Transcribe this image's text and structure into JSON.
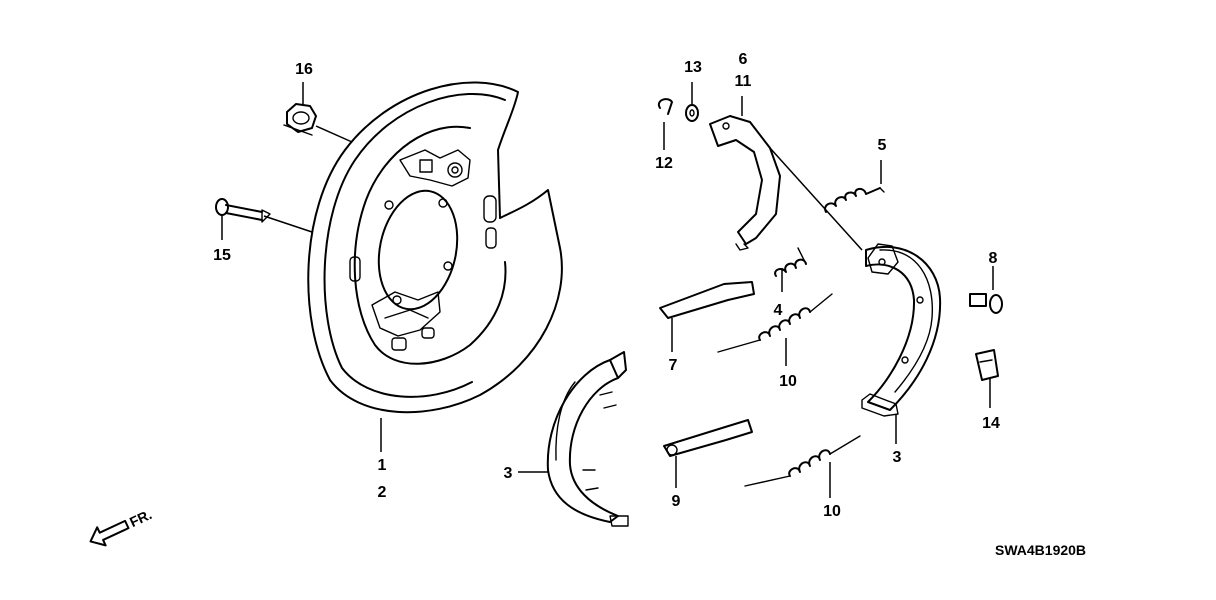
{
  "diagram": {
    "callouts": [
      {
        "id": "c1",
        "label": "1"
      },
      {
        "id": "c2",
        "label": "2"
      },
      {
        "id": "c3a",
        "label": "3"
      },
      {
        "id": "c3b",
        "label": "3"
      },
      {
        "id": "c4",
        "label": "4"
      },
      {
        "id": "c5",
        "label": "5"
      },
      {
        "id": "c6",
        "label": "6"
      },
      {
        "id": "c7",
        "label": "7"
      },
      {
        "id": "c8",
        "label": "8"
      },
      {
        "id": "c9",
        "label": "9"
      },
      {
        "id": "c10a",
        "label": "10"
      },
      {
        "id": "c10b",
        "label": "10"
      },
      {
        "id": "c11",
        "label": "11"
      },
      {
        "id": "c12",
        "label": "12"
      },
      {
        "id": "c13",
        "label": "13"
      },
      {
        "id": "c14",
        "label": "14"
      },
      {
        "id": "c15",
        "label": "15"
      },
      {
        "id": "c16",
        "label": "16"
      }
    ],
    "direction_label": "FR.",
    "diagram_code": "SWA4B1920B"
  }
}
